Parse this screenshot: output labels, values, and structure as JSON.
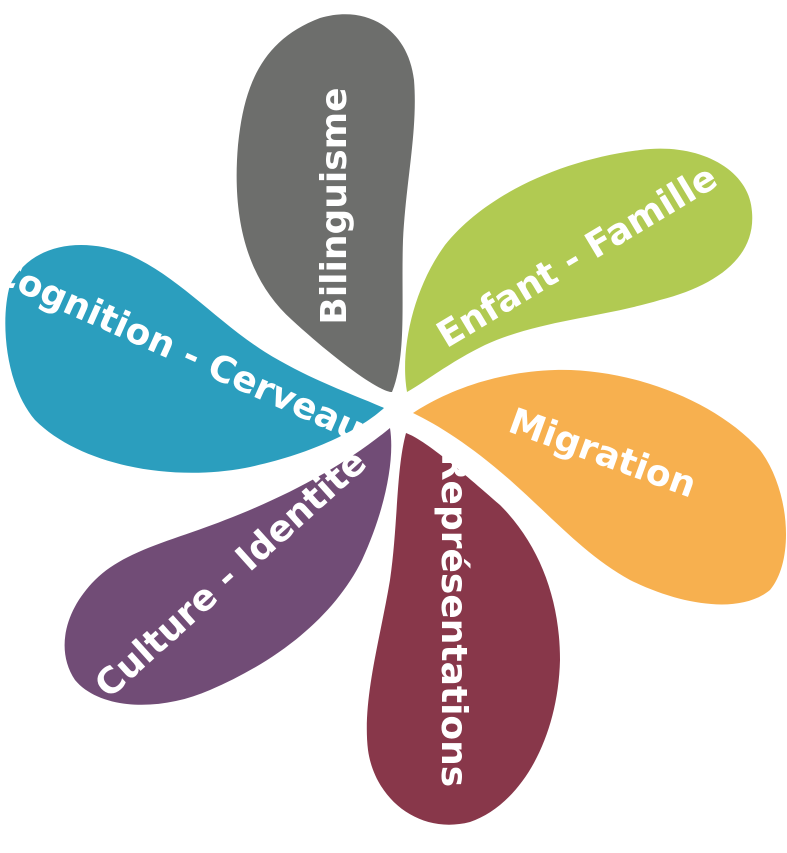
{
  "petals": [
    {
      "id": "bilinguisme",
      "label": "Bilinguisme",
      "color": "#6d6e6c"
    },
    {
      "id": "enfant-famille",
      "label": "Enfant - Famille",
      "color": "#b1ca52"
    },
    {
      "id": "migration",
      "label": "Migration",
      "color": "#f7b04f"
    },
    {
      "id": "representations",
      "label": "Représentations",
      "color": "#88374a"
    },
    {
      "id": "culture-identite",
      "label": "Culture - Identité",
      "color": "#714c76"
    },
    {
      "id": "cognition-cerveau",
      "label": "Cognition - Cerveau",
      "color": "#2b9ebe"
    }
  ]
}
